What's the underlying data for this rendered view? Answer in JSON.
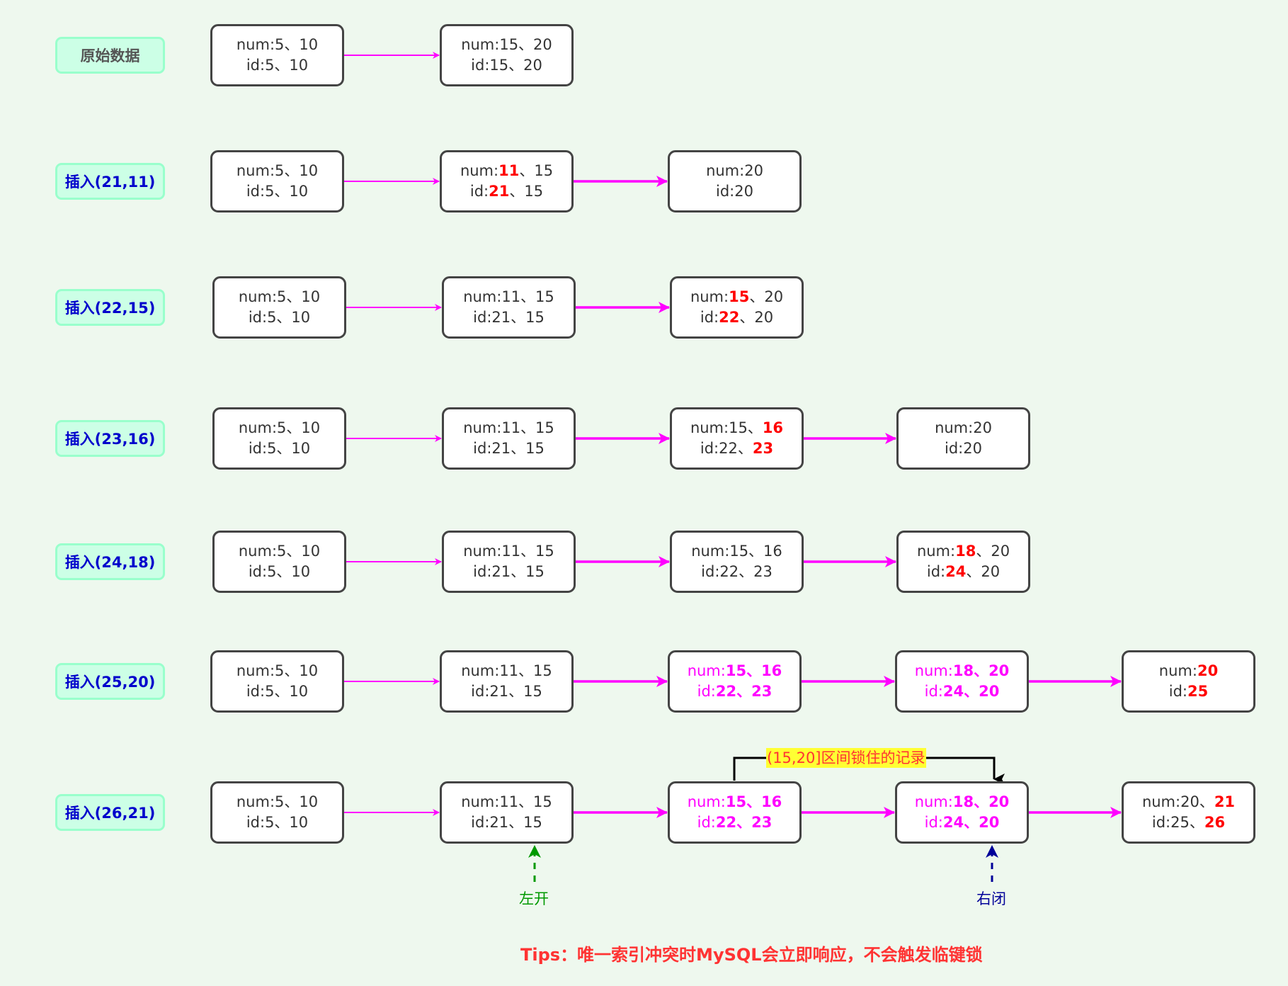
{
  "colors": {
    "background": "#eef8ee",
    "label_fill": "#ccffe6",
    "label_border": "#99ffcc",
    "label_text_first": "#555555",
    "label_text": "#0000cc",
    "node_border": "#444444",
    "node_text": "#333333",
    "highlight": "#ff0000",
    "locked_text": "#ff00ff",
    "arrow": "#ff00ff",
    "left_open": "#009900",
    "right_closed": "#000099",
    "lock_label_bg": "#ffff33",
    "lock_label_text": "#ff3333",
    "tips_text": "#ff3333"
  },
  "rows": [
    {
      "label": "原始数据",
      "nodes": [
        {
          "num": [
            {
              "t": "num:5、10"
            }
          ],
          "id": [
            {
              "t": "id:5、10"
            }
          ]
        },
        {
          "num": [
            {
              "t": "num:15、20"
            }
          ],
          "id": [
            {
              "t": "id:15、20"
            }
          ]
        }
      ]
    },
    {
      "label": "插入(21,11)",
      "nodes": [
        {
          "num": [
            {
              "t": "num:5、10"
            }
          ],
          "id": [
            {
              "t": "id:5、10"
            }
          ]
        },
        {
          "num": [
            {
              "t": "num:"
            },
            {
              "t": "11",
              "hl": true
            },
            {
              "t": "、15"
            }
          ],
          "id": [
            {
              "t": "id:"
            },
            {
              "t": "21",
              "hl": true
            },
            {
              "t": "、15"
            }
          ]
        },
        {
          "num": [
            {
              "t": "num:20"
            }
          ],
          "id": [
            {
              "t": "id:20"
            }
          ]
        }
      ]
    },
    {
      "label": "插入(22,15)",
      "nodes": [
        {
          "num": [
            {
              "t": "num:5、10"
            }
          ],
          "id": [
            {
              "t": "id:5、10"
            }
          ]
        },
        {
          "num": [
            {
              "t": "num:11、15"
            }
          ],
          "id": [
            {
              "t": "id:21、15"
            }
          ]
        },
        {
          "num": [
            {
              "t": "num:"
            },
            {
              "t": "15",
              "hl": true
            },
            {
              "t": "、20"
            }
          ],
          "id": [
            {
              "t": "id:"
            },
            {
              "t": "22",
              "hl": true
            },
            {
              "t": "、20"
            }
          ]
        }
      ]
    },
    {
      "label": "插入(23,16)",
      "nodes": [
        {
          "num": [
            {
              "t": "num:5、10"
            }
          ],
          "id": [
            {
              "t": "id:5、10"
            }
          ]
        },
        {
          "num": [
            {
              "t": "num:11、15"
            }
          ],
          "id": [
            {
              "t": "id:21、15"
            }
          ]
        },
        {
          "num": [
            {
              "t": "num:15、"
            },
            {
              "t": "16",
              "hl": true
            }
          ],
          "id": [
            {
              "t": "id:22、"
            },
            {
              "t": "23",
              "hl": true
            }
          ]
        },
        {
          "num": [
            {
              "t": "num:20"
            }
          ],
          "id": [
            {
              "t": "id:20"
            }
          ]
        }
      ]
    },
    {
      "label": "插入(24,18)",
      "nodes": [
        {
          "num": [
            {
              "t": "num:5、10"
            }
          ],
          "id": [
            {
              "t": "id:5、10"
            }
          ]
        },
        {
          "num": [
            {
              "t": "num:11、15"
            }
          ],
          "id": [
            {
              "t": "id:21、15"
            }
          ]
        },
        {
          "num": [
            {
              "t": "num:15、16"
            }
          ],
          "id": [
            {
              "t": "id:22、23"
            }
          ]
        },
        {
          "num": [
            {
              "t": "num:"
            },
            {
              "t": "18",
              "hl": true
            },
            {
              "t": "、20"
            }
          ],
          "id": [
            {
              "t": "id:"
            },
            {
              "t": "24",
              "hl": true
            },
            {
              "t": "、20"
            }
          ]
        }
      ]
    },
    {
      "label": "插入(25,20)",
      "nodes": [
        {
          "num": [
            {
              "t": "num:5、10"
            }
          ],
          "id": [
            {
              "t": "id:5、10"
            }
          ]
        },
        {
          "num": [
            {
              "t": "num:11、15"
            }
          ],
          "id": [
            {
              "t": "id:21、15"
            }
          ]
        },
        {
          "locked": true,
          "num": [
            {
              "t": "num:"
            },
            {
              "t": "15、16",
              "hl": true
            }
          ],
          "id": [
            {
              "t": "id:"
            },
            {
              "t": "22、23",
              "hl": true
            }
          ]
        },
        {
          "locked": true,
          "num": [
            {
              "t": "num:"
            },
            {
              "t": "18、20",
              "hl": true
            }
          ],
          "id": [
            {
              "t": "id:"
            },
            {
              "t": "24、20",
              "hl": true
            }
          ]
        },
        {
          "num": [
            {
              "t": "num:"
            },
            {
              "t": "20",
              "hl": true
            }
          ],
          "id": [
            {
              "t": "id:"
            },
            {
              "t": "25",
              "hl": true
            }
          ]
        }
      ]
    },
    {
      "label": "插入(26,21)",
      "nodes": [
        {
          "num": [
            {
              "t": "num:5、10"
            }
          ],
          "id": [
            {
              "t": "id:5、10"
            }
          ]
        },
        {
          "num": [
            {
              "t": "num:11、15"
            }
          ],
          "id": [
            {
              "t": "id:21、15"
            }
          ]
        },
        {
          "locked": true,
          "num": [
            {
              "t": "num:"
            },
            {
              "t": "15、16",
              "hl": true
            }
          ],
          "id": [
            {
              "t": "id:"
            },
            {
              "t": "22、23",
              "hl": true
            }
          ]
        },
        {
          "locked": true,
          "num": [
            {
              "t": "num:"
            },
            {
              "t": "18、20",
              "hl": true
            }
          ],
          "id": [
            {
              "t": "id:"
            },
            {
              "t": "24、20",
              "hl": true
            }
          ]
        },
        {
          "num": [
            {
              "t": "num:20、"
            },
            {
              "t": "21",
              "hl": true
            }
          ],
          "id": [
            {
              "t": "id:25、"
            },
            {
              "t": "26",
              "hl": true
            }
          ]
        }
      ]
    }
  ],
  "annotations": {
    "lock_range_label": "(15,20]区间锁住的记录",
    "left_open_label": "左开",
    "right_closed_label": "右闭"
  },
  "tips": "Tips：唯一索引冲突时MySQL会立即响应，不会触发临键锁"
}
